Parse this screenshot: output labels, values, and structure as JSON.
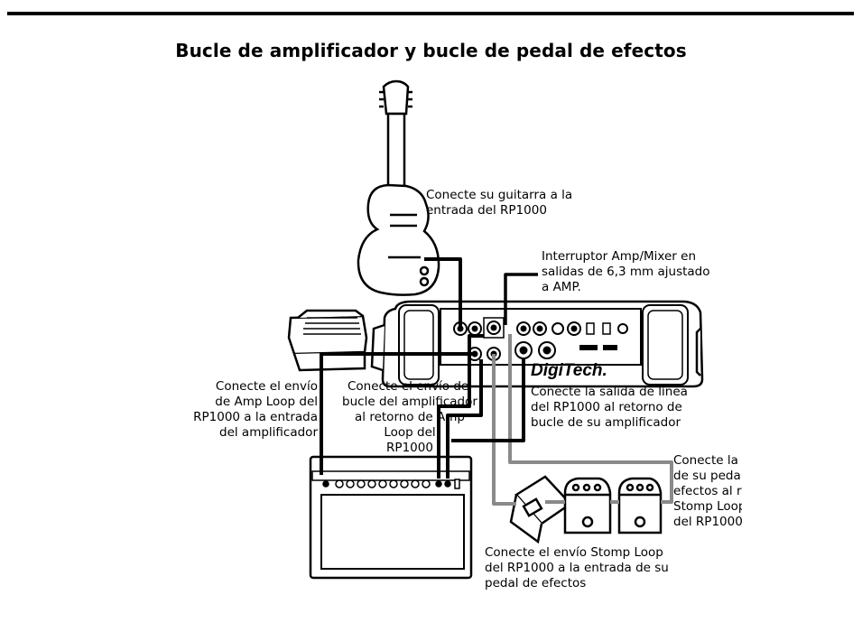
{
  "title": "Bucle de amplificador y bucle de pedal de efectos",
  "brand": "DigiTech.",
  "captions": {
    "guitar": [
      "Conecte su guitarra a la",
      "entrada del RP1000"
    ],
    "switch": [
      "Interruptor Amp/Mixer en",
      "salidas de 6,3 mm ajustado",
      "a AMP."
    ],
    "amp_send": [
      "Conecte el envío",
      "de Amp Loop del",
      "RP1000 a la entrada",
      "del amplificador"
    ],
    "amp_return": [
      "Conecte el envío del",
      "bucle del amplificador",
      "al retorno de Amp",
      "Loop del",
      "RP1000"
    ],
    "line_out": [
      "Conecte la salida de línea",
      "del RP1000 al retorno de",
      "bucle de su amplificador"
    ],
    "stomp_return": [
      "Conecte la",
      "de su pedal",
      "efectos al re",
      "Stomp Loop",
      "del RP1000"
    ],
    "stomp_send": [
      "Conecte el envío Stomp Loop",
      "del RP1000 a la entrada de su",
      "pedal de efectos"
    ]
  },
  "colors": {
    "cable_black": "#000000",
    "cable_gray": "#8a8a8a"
  }
}
